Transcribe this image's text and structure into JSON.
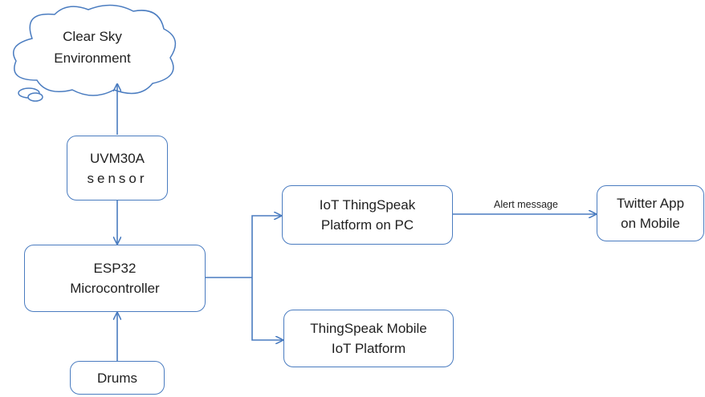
{
  "diagram": {
    "cloud": {
      "line1": "Clear Sky",
      "line2": "Environment"
    },
    "nodes": {
      "sensor": {
        "line1": "UVM30A",
        "line2": "sensor"
      },
      "esp32": {
        "line1": "ESP32",
        "line2": "Microcontroller"
      },
      "drums": {
        "label": "Drums"
      },
      "thingspeak_pc": {
        "line1": "IoT ThingSpeak",
        "line2": "Platform on PC"
      },
      "thingspeak_mobile": {
        "line1": "ThingSpeak Mobile",
        "line2": "IoT Platform"
      },
      "twitter": {
        "line1": "Twitter App",
        "line2": "on Mobile"
      }
    },
    "edges": {
      "alert_label": "Alert message"
    },
    "colors": {
      "stroke": "#4a7cc0",
      "text": "#1f1f1f",
      "background": "#ffffff"
    }
  }
}
